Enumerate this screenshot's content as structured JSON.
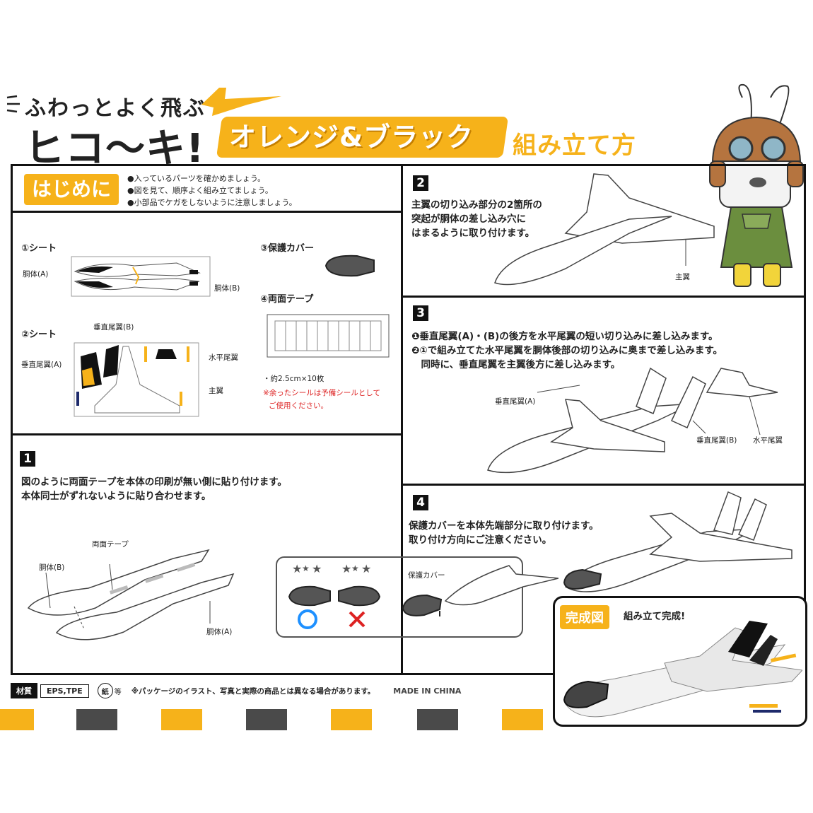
{
  "header": {
    "tagline": "ふわっとよく飛ぶ",
    "product": "ヒコ〜キ!",
    "variant": "オレンジ&ブラック",
    "subtitle": "組み立て方"
  },
  "intro": {
    "badge": "はじめに",
    "bullets": [
      "●入っているパーツを確かめましょう。",
      "●図を見て、順序よく組み立てましょう。",
      "●小部品でケガをしないように注意しましょう。"
    ]
  },
  "parts": {
    "sheet1": "①シート",
    "sheet1_body_a": "胴体(A)",
    "sheet1_body_b": "胴体(B)",
    "sheet2": "②シート",
    "vfin_b": "垂直尾翼(B)",
    "vfin_a": "垂直尾翼(A)",
    "hstab": "水平尾翼",
    "mainwing": "主翼",
    "cover": "③保護カバー",
    "tape": "④両面テープ",
    "tape_size": "・約2.5cm×10枚",
    "note1": "※余ったシールは予備シールとして",
    "note2": "ご使用ください。"
  },
  "steps": {
    "s1": {
      "num": "1",
      "lines": [
        "図のように両面テープを本体の印刷が無い側に貼り付けます。",
        "本体同士がずれないように貼り合わせます。"
      ],
      "tape_label": "両面テープ",
      "body_b": "胴体(B)",
      "body_a": "胴体(A)"
    },
    "s2": {
      "num": "2",
      "lines": [
        "主翼の切り込み部分の2箇所の",
        "突起が胴体の差し込み穴に",
        "はまるように取り付けます。"
      ],
      "mainwing": "主翼"
    },
    "s3": {
      "num": "3",
      "lines": [
        "❶垂直尾翼(A)・(B)の後方を水平尾翼の短い切り込みに差し込みます。",
        "❷①で組み立てた水平尾翼を胴体後部の切り込みに奥まで差し込みます。",
        "　同時に、垂直尾翼を主翼後方に差し込みます。"
      ],
      "vfin_a": "垂直尾翼(A)",
      "vfin_b": "垂直尾翼(B)",
      "hstab": "水平尾翼"
    },
    "s4": {
      "num": "4",
      "lines": [
        "保護カバーを本体先端部分に取り付けます。",
        "取り付け方向にご注意ください。"
      ],
      "cover": "保護カバー",
      "ok": "○",
      "ng": "×"
    }
  },
  "complete": {
    "badge": "完成図",
    "text": "組み立て完成!"
  },
  "footer": {
    "material_label": "材質",
    "material": "EPS,TPE",
    "recycle": "紙",
    "recycle_suffix": "等",
    "disclaimer": "※パッケージのイラスト、写真と実際の商品とは異なる場合があります。",
    "made": "MADE IN CHINA"
  },
  "colors": {
    "accent": "#f6b21a",
    "dark": "#4a4a4a",
    "ink": "#111111",
    "red": "#d22222",
    "blue": "#1e90ff"
  }
}
